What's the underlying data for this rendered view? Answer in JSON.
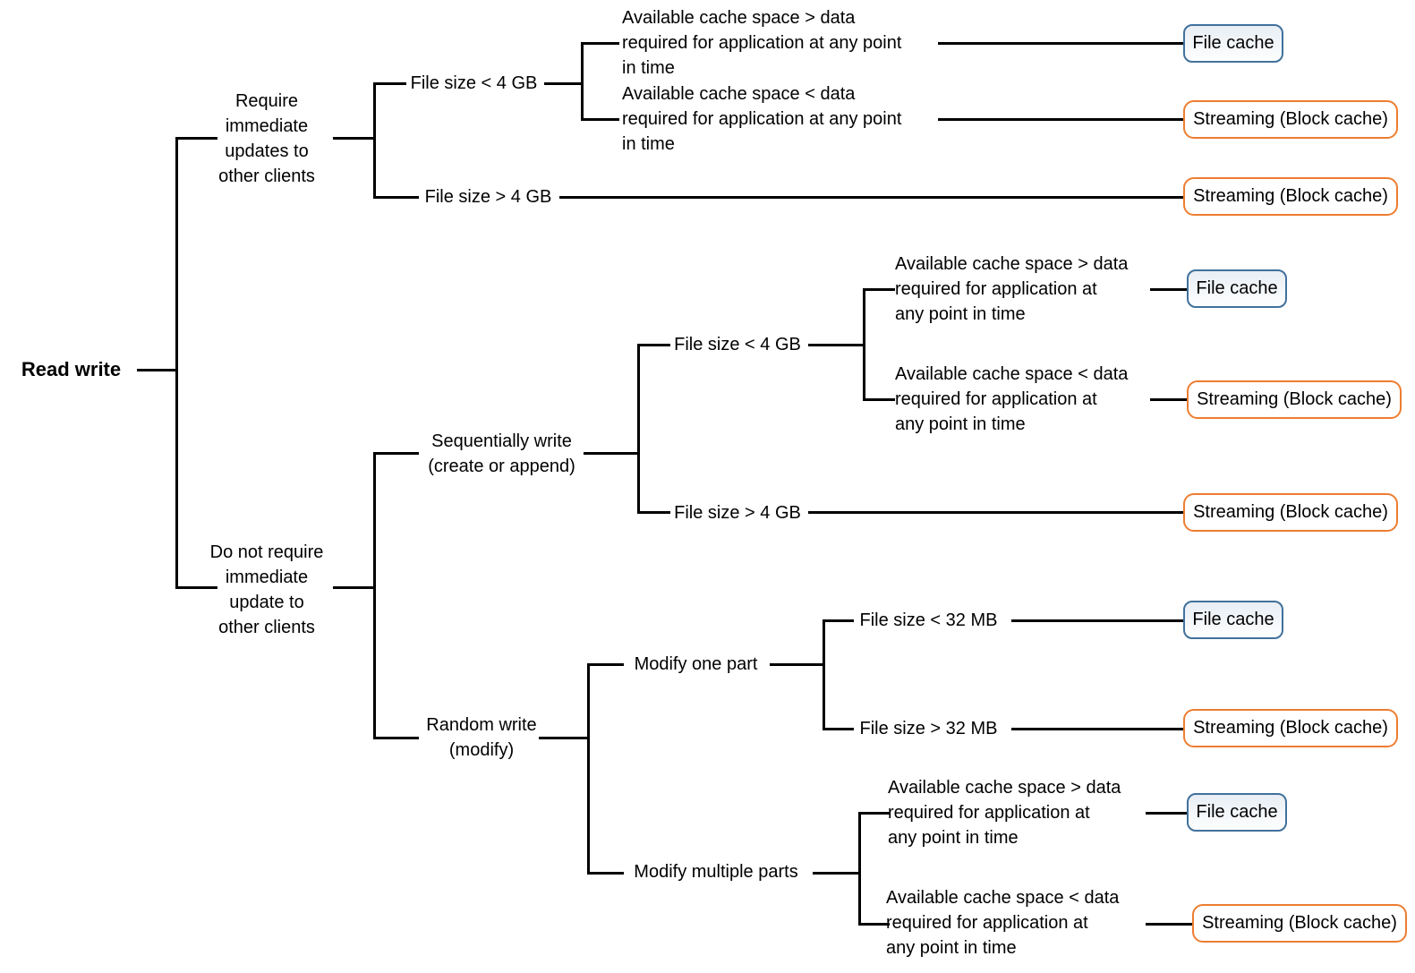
{
  "colors": {
    "file_cache_border": "#41719C",
    "file_cache_fill": "#e8eef5",
    "streaming_border": "#ED7D31",
    "connector": "#000000"
  },
  "nodes": {
    "root": "Read write",
    "require_immediate": [
      "Require",
      "immediate",
      "updates to",
      "other clients"
    ],
    "req_file_lt_4gb": "File size < 4 GB",
    "req_cache_gt": [
      "Available cache space > data",
      "required for application at any point",
      "in time"
    ],
    "req_cache_lt": [
      "Available cache space < data",
      "required for application at any point",
      "in time"
    ],
    "req_file_gt_4gb": "File size > 4 GB",
    "no_require_immediate": [
      "Do not require",
      "immediate",
      "update to",
      "other clients"
    ],
    "seq_write": [
      "Sequentially write",
      "(create or append)"
    ],
    "seq_file_lt_4gb": "File size < 4 GB",
    "seq_cache_gt": [
      "Available cache space > data",
      "required for application at",
      "any point in time"
    ],
    "seq_cache_lt": [
      "Available cache space < data",
      "required for application at",
      "any point in time"
    ],
    "seq_file_gt_4gb": "File size > 4 GB",
    "random_write": [
      "Random write",
      "(modify)"
    ],
    "modify_one_part": "Modify one part",
    "mod1_file_lt_32mb": "File size < 32 MB",
    "mod1_file_gt_32mb": "File size > 32 MB",
    "modify_multiple_parts": "Modify multiple parts",
    "modn_cache_gt": [
      "Available cache space > data",
      "required for application at",
      "any point in time"
    ],
    "modn_cache_lt": [
      "Available cache space < data",
      "required for application at",
      "any point in time"
    ]
  },
  "outcomes": [
    {
      "label": "File cache",
      "kind": "file_cache"
    },
    {
      "label": "Streaming (Block cache)",
      "kind": "streaming"
    },
    {
      "label": "Streaming (Block cache)",
      "kind": "streaming"
    },
    {
      "label": "File cache",
      "kind": "file_cache"
    },
    {
      "label": "Streaming (Block cache)",
      "kind": "streaming"
    },
    {
      "label": "Streaming (Block cache)",
      "kind": "streaming"
    },
    {
      "label": "File cache",
      "kind": "file_cache"
    },
    {
      "label": "Streaming (Block cache)",
      "kind": "streaming"
    },
    {
      "label": "File cache",
      "kind": "file_cache"
    },
    {
      "label": "Streaming (Block cache)",
      "kind": "streaming"
    }
  ]
}
